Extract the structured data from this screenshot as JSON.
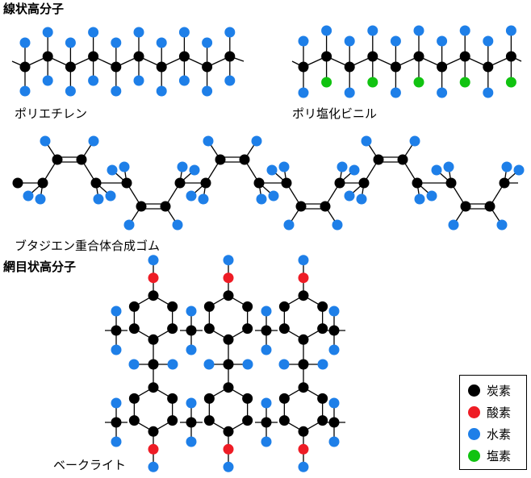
{
  "headings": {
    "linear": "線状高分子",
    "network": "網目状高分子"
  },
  "molecule_labels": {
    "polyethylene": "ポリエチレン",
    "pvc": "ポリ塩化ビニル",
    "butadiene_rubber": "ブタジエン重合体合成ゴム",
    "bakelite": "ベークライト"
  },
  "legend": [
    {
      "label": "炭素",
      "color": "#000000"
    },
    {
      "label": "酸素",
      "color": "#ee1c25"
    },
    {
      "label": "水素",
      "color": "#1e7fe8"
    },
    {
      "label": "塩素",
      "color": "#11c311"
    }
  ],
  "colors": {
    "carbon": "#000000",
    "oxygen": "#ee1c25",
    "hydrogen": "#1e7fe8",
    "chlorine": "#11c311",
    "bond": "#000000"
  }
}
